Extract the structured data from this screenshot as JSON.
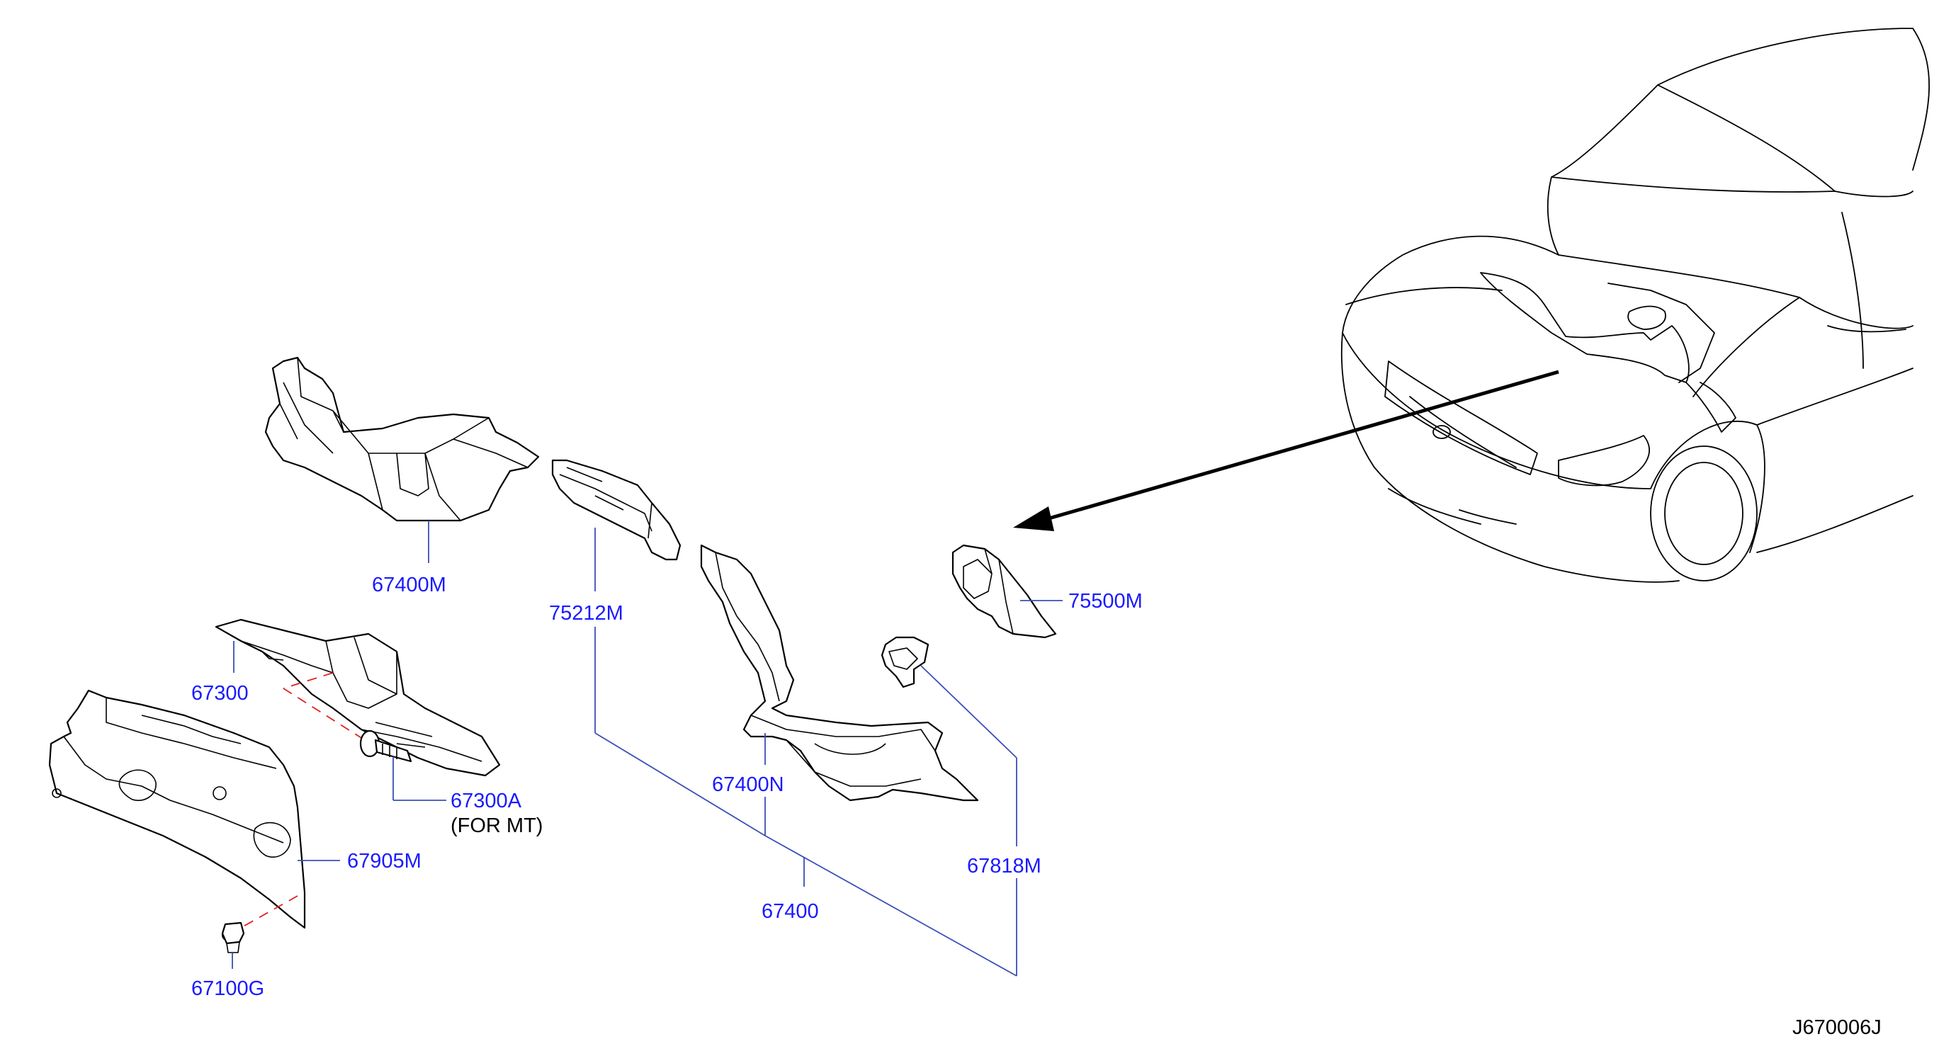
{
  "callouts": {
    "p67400M": "67400M",
    "p75212M": "75212M",
    "p75500M": "75500M",
    "p67300": "67300",
    "p67400N": "67400N",
    "p67300A": "67300A",
    "p67300A_note": "(FOR  MT)",
    "p67905M": "67905M",
    "p67818M": "67818M",
    "p67400": "67400",
    "p67100G": "67100G"
  },
  "diagram_code": "J670006J",
  "colors": {
    "callout_text": "#1a1aff",
    "leader_line": "#3a4fb8",
    "dashed_line": "#e02020",
    "drawing": "#000000",
    "background": "#ffffff"
  }
}
